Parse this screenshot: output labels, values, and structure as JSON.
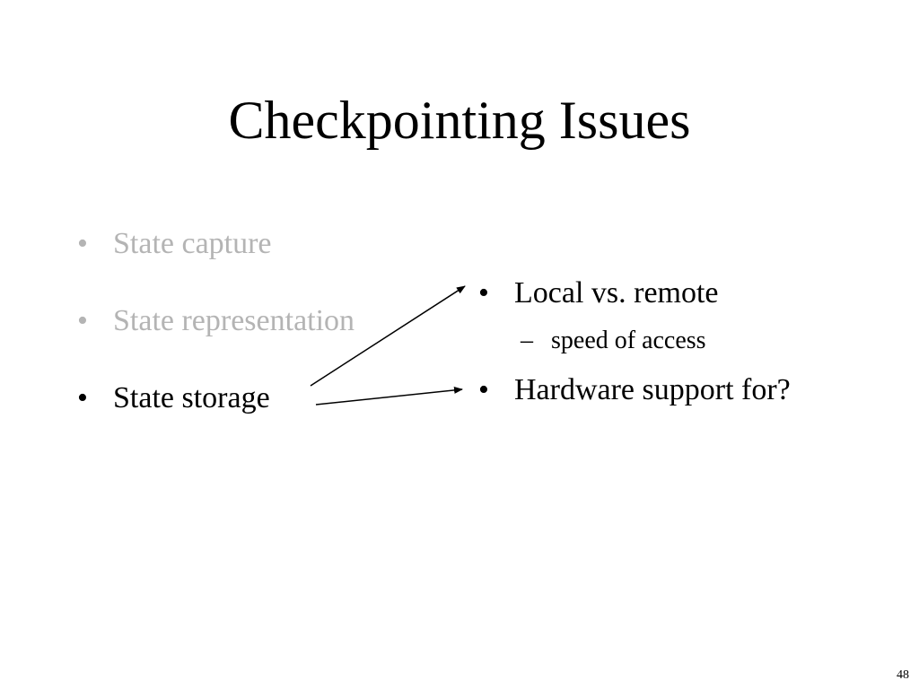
{
  "slide": {
    "title": "Checkpointing Issues",
    "bullet_glyph": "•",
    "dash_glyph": "–",
    "left_items": [
      {
        "label": "State capture",
        "state": "dimmed"
      },
      {
        "label": "State representation",
        "state": "dimmed"
      },
      {
        "label": "State storage",
        "state": "active"
      }
    ],
    "right_items": [
      {
        "label": "Local vs. remote",
        "sub": "speed of access"
      },
      {
        "label": "Hardware support for?"
      }
    ],
    "page_number": "48",
    "colors": {
      "active_text": "#000000",
      "dimmed_text": "#b4b4b4",
      "background": "#ffffff"
    }
  }
}
